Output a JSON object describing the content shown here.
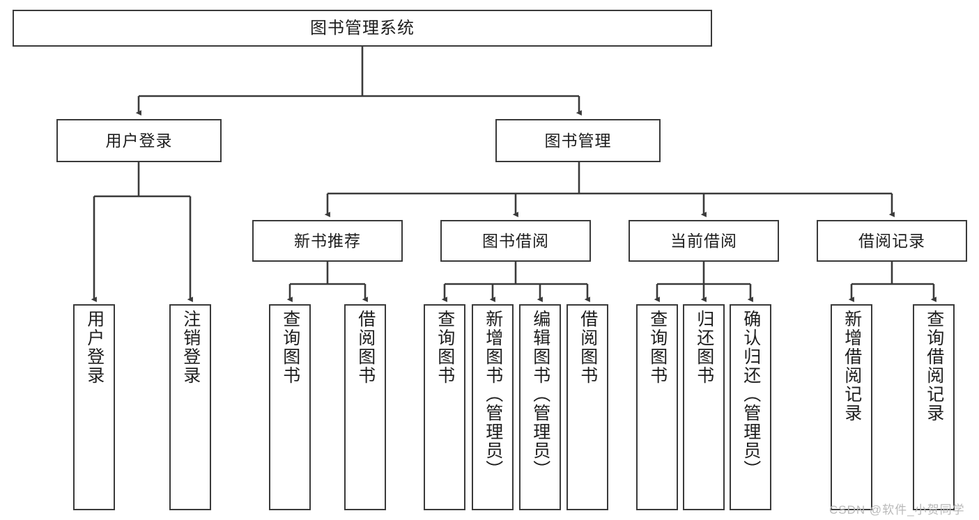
{
  "diagram": {
    "title": "图书管理系统",
    "type": "hierarchy-tree",
    "watermark": "CSDN @软件_小贺同学",
    "colors": {
      "box_border": "#3a3a3a",
      "box_fill": "#ffffff",
      "edge": "#3a3a3a",
      "text": "#1d1d1d",
      "watermark": "#b9b9b9"
    },
    "levels": {
      "level1": [
        "图书管理系统"
      ],
      "level2": [
        "用户登录",
        "图书管理"
      ],
      "level3": [
        "新书推荐",
        "图书借阅",
        "当前借阅",
        "借阅记录"
      ],
      "level4": [
        "用户登录",
        "注销登录",
        "查询图书",
        "借阅图书",
        "查询图书",
        "新增图书（管理员）",
        "编辑图书（管理员）",
        "借阅图书",
        "查询图书",
        "归还图书",
        "确认归还（管理员）",
        "新增借阅记录",
        "查询借阅记录"
      ]
    },
    "nodes": {
      "root": {
        "label": "图书管理系统"
      },
      "user_login": {
        "label": "用户登录"
      },
      "book_manage": {
        "label": "图书管理"
      },
      "new_book_rec": {
        "label": "新书推荐"
      },
      "book_borrow": {
        "label": "图书借阅"
      },
      "current_borrow": {
        "label": "当前借阅"
      },
      "borrow_record": {
        "label": "借阅记录"
      },
      "leaf_user_login": {
        "label": "用户登录"
      },
      "leaf_logout": {
        "label": "注销登录"
      },
      "leaf_query_book_a": {
        "label": "查询图书"
      },
      "leaf_borrow_book_a": {
        "label": "借阅图书"
      },
      "leaf_query_book_b": {
        "label": "查询图书"
      },
      "leaf_add_book": {
        "label": "新增图书（管理员）"
      },
      "leaf_edit_book": {
        "label": "编辑图书（管理员）"
      },
      "leaf_borrow_book_b": {
        "label": "借阅图书"
      },
      "leaf_query_book_c": {
        "label": "查询图书"
      },
      "leaf_return_book": {
        "label": "归还图书"
      },
      "leaf_confirm_return": {
        "label": "确认归还（管理员）"
      },
      "leaf_add_record": {
        "label": "新增借阅记录"
      },
      "leaf_query_record": {
        "label": "查询借阅记录"
      }
    }
  }
}
